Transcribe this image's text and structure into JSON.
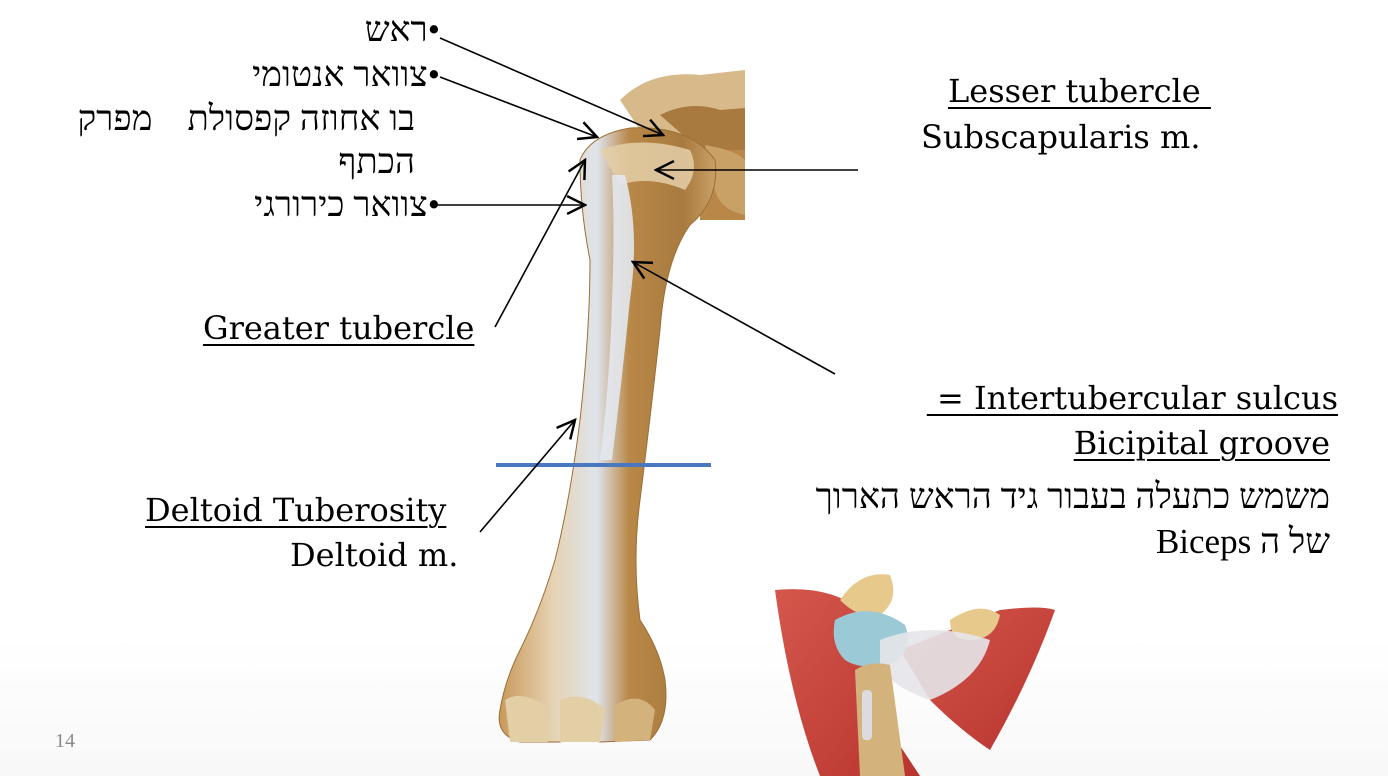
{
  "slide": {
    "page_number": "14",
    "colors": {
      "bone_light": "#e9d3a6",
      "bone_mid": "#c9a066",
      "bone_dark": "#a87a3f",
      "highlight": "#e6ecf4",
      "cartilage_blue": "#9cc9d6",
      "muscle_red": "#c9443c",
      "marker_line": "#4a78c0",
      "page_number": "#8a8a8a"
    }
  },
  "labels_hebrew": {
    "head": "ראש",
    "anatomical_neck_line1": "צוואר אנטומי",
    "anatomical_neck_line2": "בו אחוזה קפסולת    מפרק",
    "anatomical_neck_line3": "הכתף",
    "surgical_neck": "צוואר כירורגי"
  },
  "labels_left": {
    "greater_tubercle": "Greater tubercle",
    "deltoid_tuberosity": "Deltoid Tuberosity",
    "deltoid_muscle": "Deltoid m."
  },
  "labels_right": {
    "lesser_tubercle": "Lesser tubercle ",
    "subscapularis": "Subscapularis m.",
    "intertubercular_line1": "Intertubercular sulcus = ",
    "intertubercular_line2": "Bicipital groove",
    "biceps_note_line1": "משמש כתעלה בעבור גיד הראש הארוך",
    "biceps_note_line2": "של ה Biceps"
  },
  "figures": {
    "main": "humerus-anterior-view",
    "inset": "shoulder-joint-muscles"
  }
}
